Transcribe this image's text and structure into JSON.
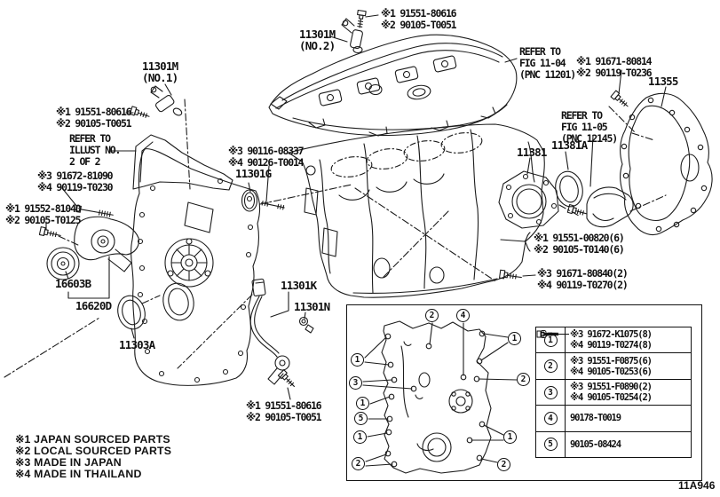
{
  "figure_code": "11A946",
  "labels": {
    "sensor_no2": {
      "part": "11301M",
      "note": "(NO.2)"
    },
    "sensor_no1": {
      "part": "11301M",
      "note": "(NO.1)"
    },
    "bolt_top": [
      "※1 91551-80616",
      "※2 90105-T0051"
    ],
    "bolt_left": [
      "※1 91551-80616",
      "※2 90105-T0051"
    ],
    "bolt_bottom": [
      "※1 91551-80616",
      "※2 90105-T0051"
    ],
    "refer_fig_11_04": [
      "REFER TO",
      "FIG 11-04",
      "(PNC 11201)"
    ],
    "refer_fig_11_05": [
      "REFER TO",
      "FIG 11-05",
      "(PNC 12145)"
    ],
    "refer_illust": [
      "REFER TO",
      "ILLUST NO.",
      "2 OF 2"
    ],
    "bolt_rear_upper": [
      "※1 91671-80814",
      "※2 90119-T0236"
    ],
    "gasket": "11355",
    "retainer": "11381",
    "rear_seal": "11381A",
    "stud_block": [
      "※3 90116-08337",
      "※4 90126-T0014"
    ],
    "oring": "11301G",
    "stud_tensioner": [
      "※3 91672-81090",
      "※4 90119-T0230"
    ],
    "bolt_tensioner": [
      "※1 91552-81040",
      "※2 90105-T0125"
    ],
    "idler": "16603B",
    "tensioner": "16620D",
    "front_seal": "11303A",
    "sensor_wire": "11301K",
    "nut": "11301N",
    "bolt_retainer": [
      "※1 91551-00820(6)",
      "※2 90105-T0140(6)"
    ],
    "bolt_rear_lower": [
      "※3 91671-80840(2)",
      "※4 90119-T0270(2)"
    ]
  },
  "table": {
    "rows": [
      {
        "num": "1",
        "lines": [
          "※3 91672-K1075(8)",
          "※4 90119-T0274(8)"
        ]
      },
      {
        "num": "2",
        "lines": [
          "※3 91551-F0875(6)",
          "※4 90105-T0253(6)"
        ]
      },
      {
        "num": "3",
        "lines": [
          "※3 91551-F0890(2)",
          "※4 90105-T0254(2)"
        ]
      },
      {
        "num": "4",
        "lines": [
          "90178-T0019"
        ]
      },
      {
        "num": "5",
        "lines": [
          "90105-08424"
        ]
      }
    ]
  },
  "inset": {
    "callouts": [
      "1",
      "2",
      "3",
      "4",
      "5"
    ]
  },
  "legend": [
    "※1 JAPAN SOURCED PARTS",
    "※2 LOCAL SOURCED PARTS",
    "※3 MADE IN JAPAN",
    "※4 MADE IN THAILAND"
  ]
}
